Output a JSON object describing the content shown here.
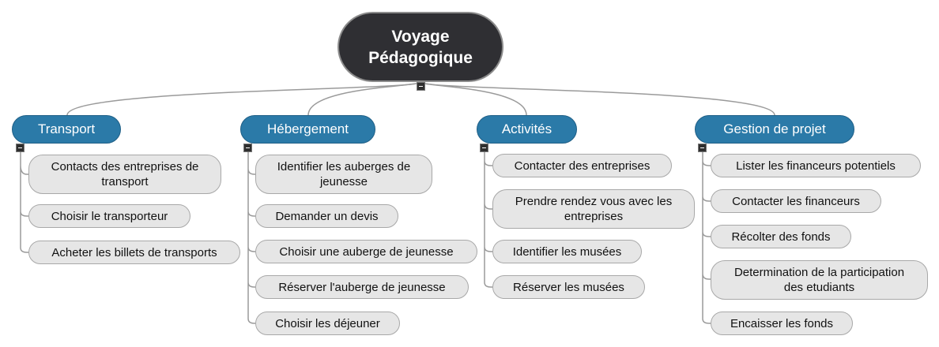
{
  "root": {
    "line1": "Voyage",
    "line2": "Pédagogique"
  },
  "branches": [
    {
      "label": "Transport",
      "items": [
        {
          "line1": "Contacts des entreprises de",
          "line2": "transport"
        },
        {
          "line1": "Choisir le transporteur"
        },
        {
          "line1": "Acheter les billets de transports"
        }
      ]
    },
    {
      "label": "Hébergement",
      "items": [
        {
          "line1": "Identifier les auberges de",
          "line2": "jeunesse"
        },
        {
          "line1": "Demander un devis"
        },
        {
          "line1": "Choisir une auberge de jeunesse"
        },
        {
          "line1": "Réserver l'auberge de jeunesse"
        },
        {
          "line1": "Choisir les déjeuner"
        }
      ]
    },
    {
      "label": "Activités",
      "items": [
        {
          "line1": "Contacter des entreprises"
        },
        {
          "line1": "Prendre rendez vous avec les",
          "line2": "entreprises"
        },
        {
          "line1": "Identifier les musées"
        },
        {
          "line1": "Réserver les musées"
        }
      ]
    },
    {
      "label": "Gestion de projet",
      "items": [
        {
          "line1": "Lister les financeurs potentiels"
        },
        {
          "line1": "Contacter les financeurs"
        },
        {
          "line1": "Récolter des fonds"
        },
        {
          "line1": "Determination de la participation",
          "line2": "des etudiants"
        },
        {
          "line1": "Encaisser les fonds"
        }
      ]
    }
  ]
}
